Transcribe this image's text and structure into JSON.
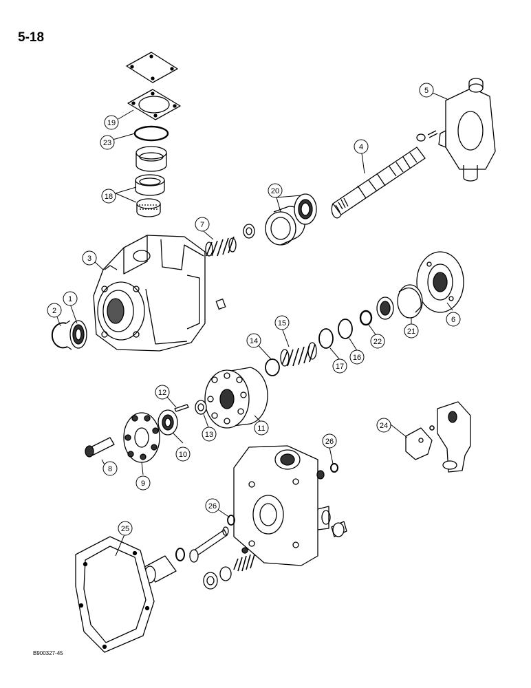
{
  "page": {
    "number": "5-18",
    "code": "B900327-45"
  },
  "callouts": [
    {
      "id": "1",
      "label": "1"
    },
    {
      "id": "2",
      "label": "2"
    },
    {
      "id": "3",
      "label": "3"
    },
    {
      "id": "4",
      "label": "4"
    },
    {
      "id": "5",
      "label": "5"
    },
    {
      "id": "6",
      "label": "6"
    },
    {
      "id": "7",
      "label": "7"
    },
    {
      "id": "8",
      "label": "8"
    },
    {
      "id": "9",
      "label": "9"
    },
    {
      "id": "10",
      "label": "10"
    },
    {
      "id": "11",
      "label": "11"
    },
    {
      "id": "12",
      "label": "12"
    },
    {
      "id": "13",
      "label": "13"
    },
    {
      "id": "14",
      "label": "14"
    },
    {
      "id": "15",
      "label": "15"
    },
    {
      "id": "16",
      "label": "16"
    },
    {
      "id": "17",
      "label": "17"
    },
    {
      "id": "18",
      "label": "18"
    },
    {
      "id": "19",
      "label": "19"
    },
    {
      "id": "20",
      "label": "20"
    },
    {
      "id": "21",
      "label": "21"
    },
    {
      "id": "22",
      "label": "22"
    },
    {
      "id": "23",
      "label": "23"
    },
    {
      "id": "24",
      "label": "24"
    },
    {
      "id": "25",
      "label": "25"
    },
    {
      "id": "26a",
      "label": "26"
    },
    {
      "id": "26b",
      "label": "26"
    }
  ]
}
